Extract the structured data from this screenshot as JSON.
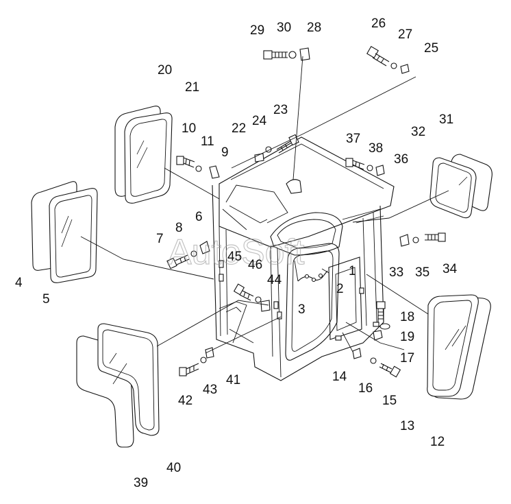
{
  "labels": [
    "1",
    "2",
    "3",
    "4",
    "5",
    "6",
    "7",
    "8",
    "9",
    "10",
    "11",
    "12",
    "13",
    "14",
    "15",
    "16",
    "17",
    "18",
    "19",
    "20",
    "21",
    "22",
    "23",
    "24",
    "25",
    "26",
    "27",
    "28",
    "29",
    "30",
    "31",
    "32",
    "33",
    "34",
    "35",
    "36",
    "37",
    "38",
    "39",
    "40",
    "41",
    "42",
    "43",
    "44",
    "45",
    "46"
  ],
  "watermark": "AutoSoft"
}
